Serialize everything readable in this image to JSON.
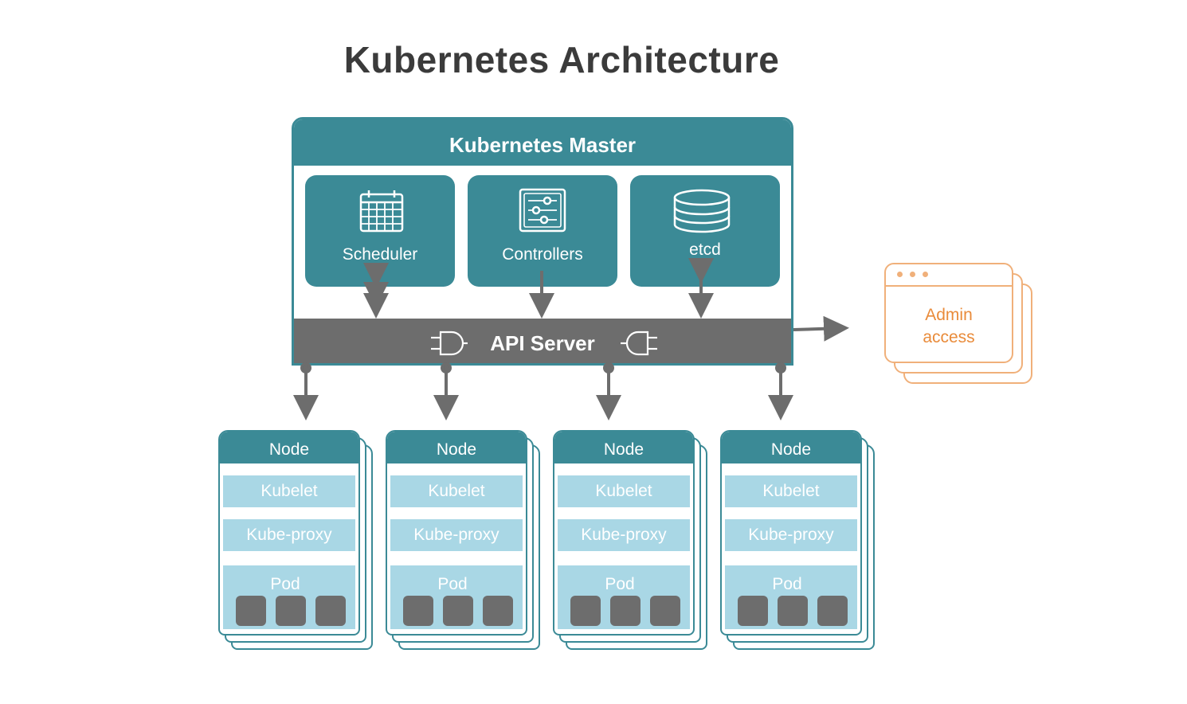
{
  "title": "Kubernetes Architecture",
  "master": {
    "header": "Kubernetes Master",
    "components": [
      {
        "label": "Scheduler",
        "icon": "calendar-icon"
      },
      {
        "label": "Controllers",
        "icon": "sliders-icon"
      },
      {
        "label": "etcd",
        "icon": "database-icon"
      }
    ],
    "api_server": "API Server"
  },
  "nodes": [
    {
      "title": "Node",
      "kubelet": "Kubelet",
      "proxy": "Kube-proxy",
      "pod": "Pod"
    },
    {
      "title": "Node",
      "kubelet": "Kubelet",
      "proxy": "Kube-proxy",
      "pod": "Pod"
    },
    {
      "title": "Node",
      "kubelet": "Kubelet",
      "proxy": "Kube-proxy",
      "pod": "Pod"
    },
    {
      "title": "Node",
      "kubelet": "Kubelet",
      "proxy": "Kube-proxy",
      "pod": "Pod"
    }
  ],
  "admin": {
    "line1": "Admin",
    "line2": "access"
  },
  "colors": {
    "teal": "#3b8a96",
    "gray": "#6d6d6d",
    "light_blue": "#a9d7e5",
    "orange": "#f0b07a"
  }
}
